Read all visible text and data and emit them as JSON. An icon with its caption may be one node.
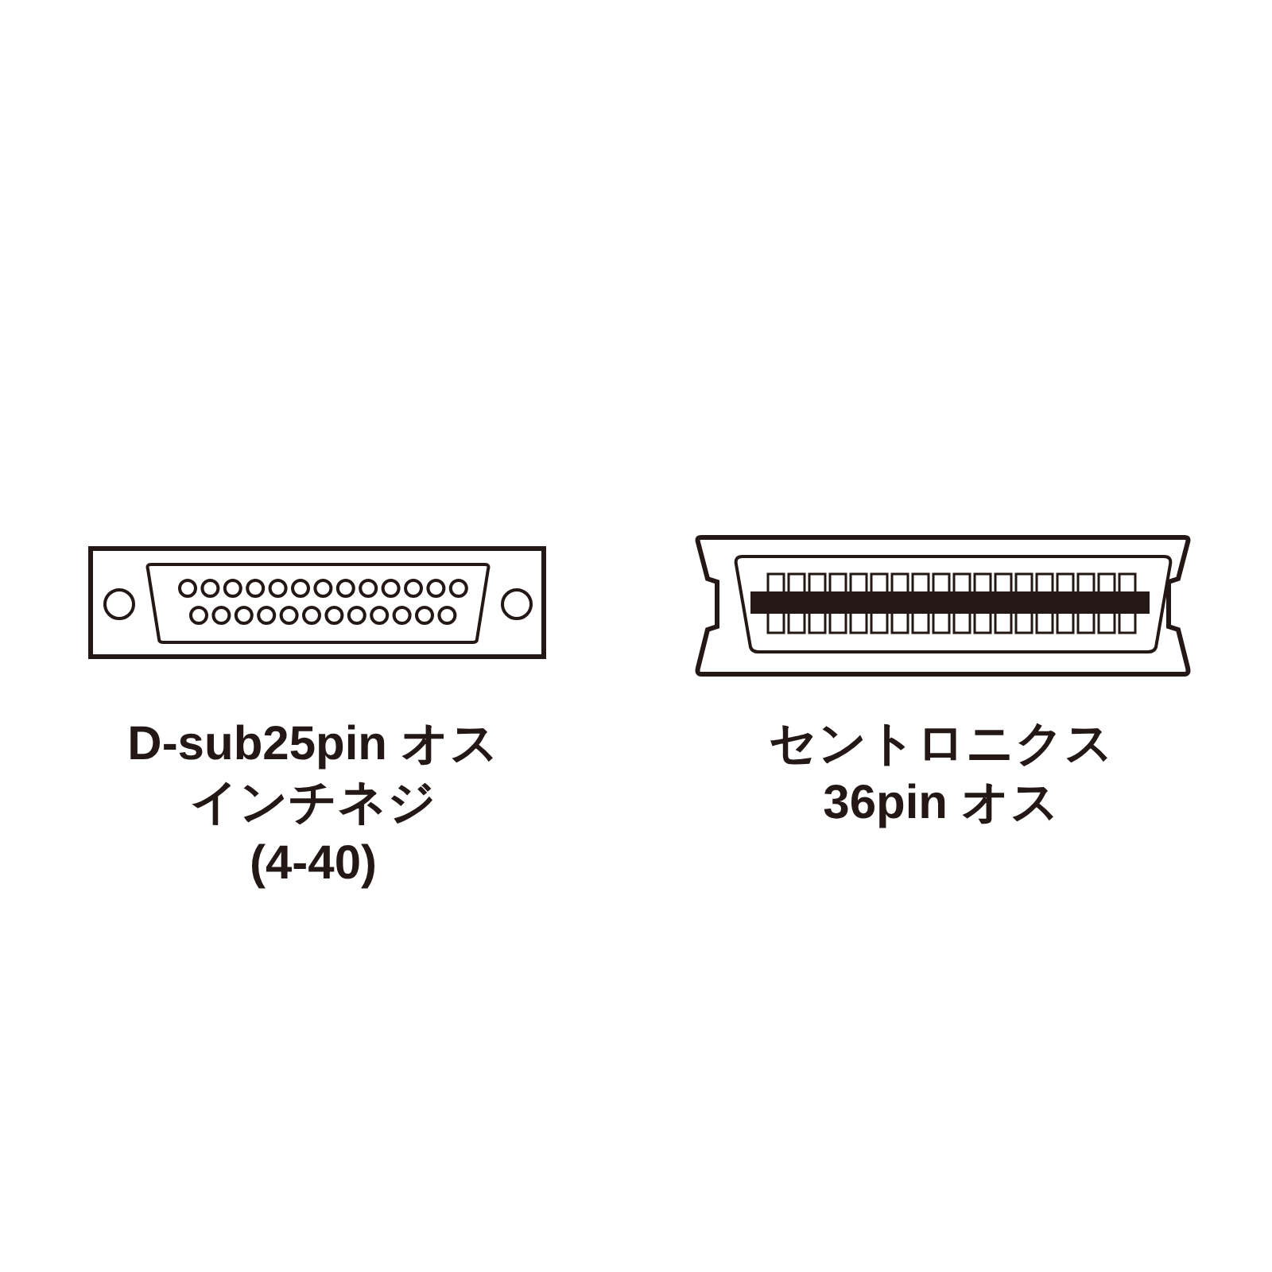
{
  "diagram": {
    "labels": [
      "D-sub25pin オス",
      "インチネジ",
      "(4-40)",
      "セントロニクス",
      "36pin オス"
    ]
  }
}
